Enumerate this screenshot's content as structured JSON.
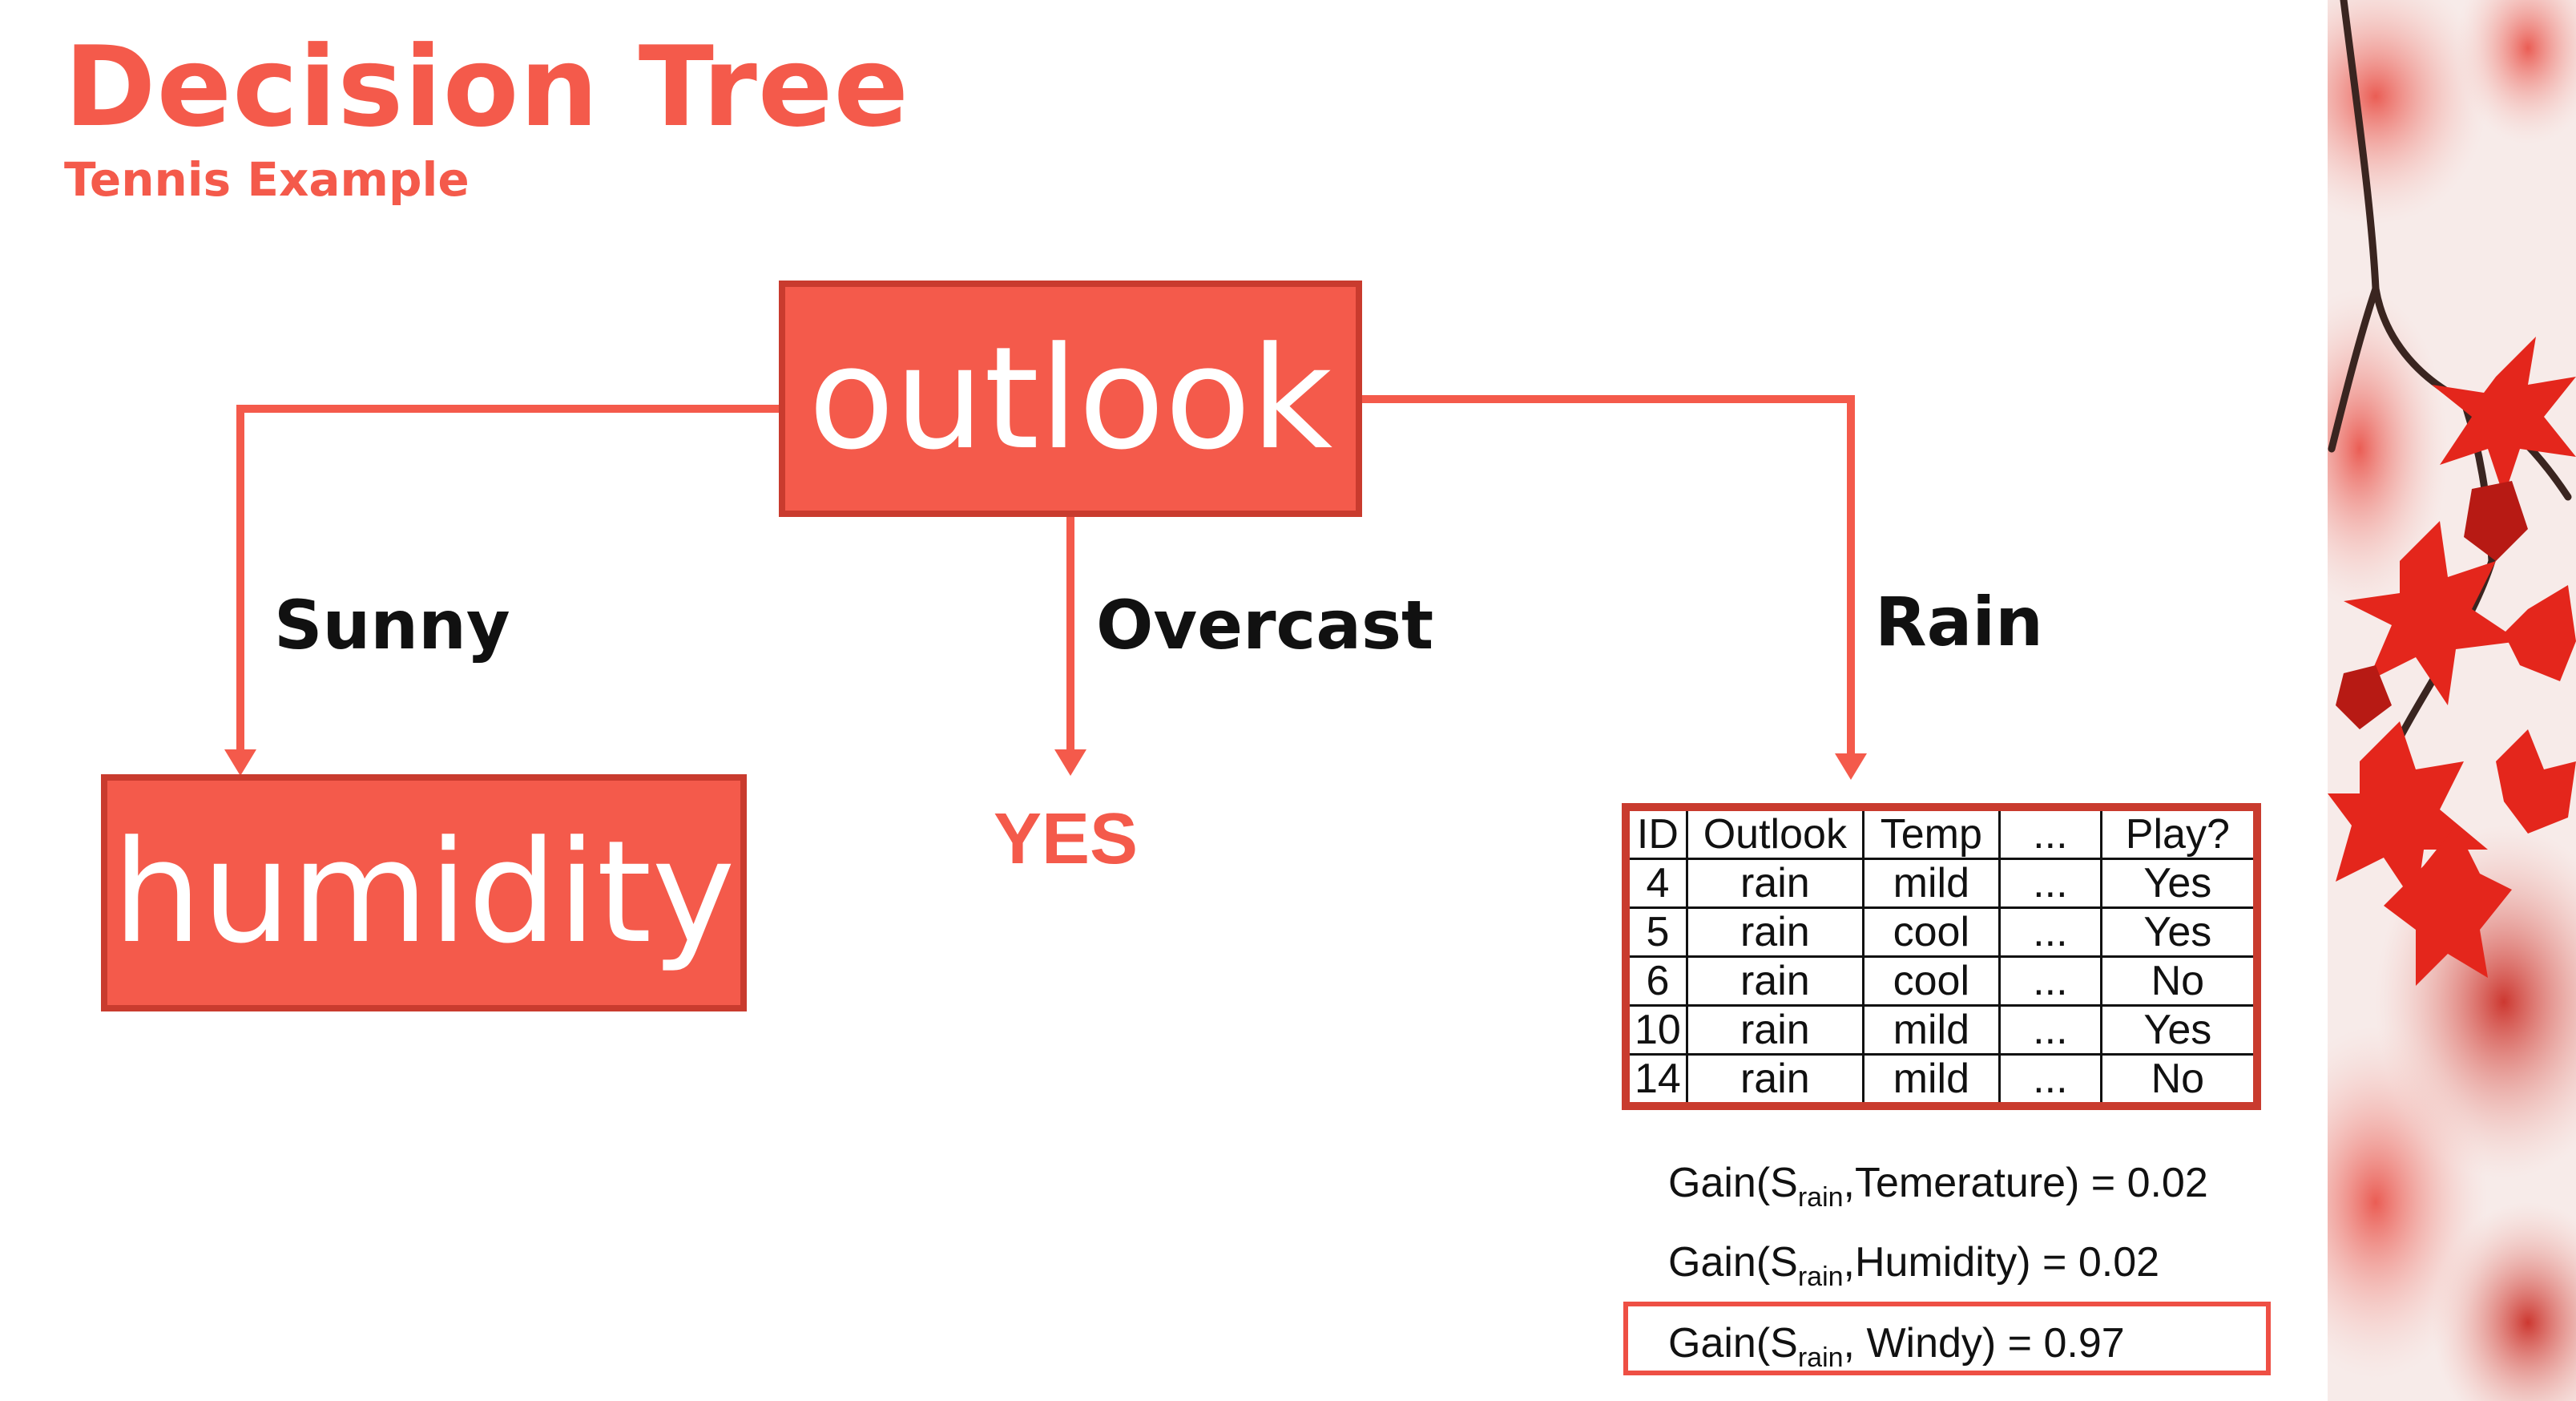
{
  "slide": {
    "title": "Decision Tree",
    "subtitle": "Tennis Example"
  },
  "tree": {
    "root": "outlook",
    "branches": [
      {
        "label": "Sunny",
        "target": "humidity"
      },
      {
        "label": "Overcast",
        "target": "YES"
      },
      {
        "label": "Rain",
        "target": "table"
      }
    ]
  },
  "table": {
    "headers": [
      "ID",
      "Outlook",
      "Temp",
      "...",
      "Play?"
    ],
    "rows": [
      [
        "4",
        "rain",
        "mild",
        "...",
        "Yes"
      ],
      [
        "5",
        "rain",
        "cool",
        "...",
        "Yes"
      ],
      [
        "6",
        "rain",
        "cool",
        "...",
        "No"
      ],
      [
        "10",
        "rain",
        "mild",
        "...",
        "Yes"
      ],
      [
        "14",
        "rain",
        "mild",
        "...",
        "No"
      ]
    ]
  },
  "gains": [
    {
      "prefix": "Gain(S",
      "subscript": "rain",
      "suffix": ",Temerature) = 0.02",
      "highlighted": false
    },
    {
      "prefix": "Gain(S",
      "subscript": "rain",
      "suffix": ",Humidity) = 0.02",
      "highlighted": false
    },
    {
      "prefix": "Gain(S",
      "subscript": "rain",
      "suffix": ", Windy) = 0.97",
      "highlighted": true
    }
  ],
  "colors": {
    "accent": "#f45a4b",
    "node_border": "#c93b2e",
    "text": "#111111"
  }
}
